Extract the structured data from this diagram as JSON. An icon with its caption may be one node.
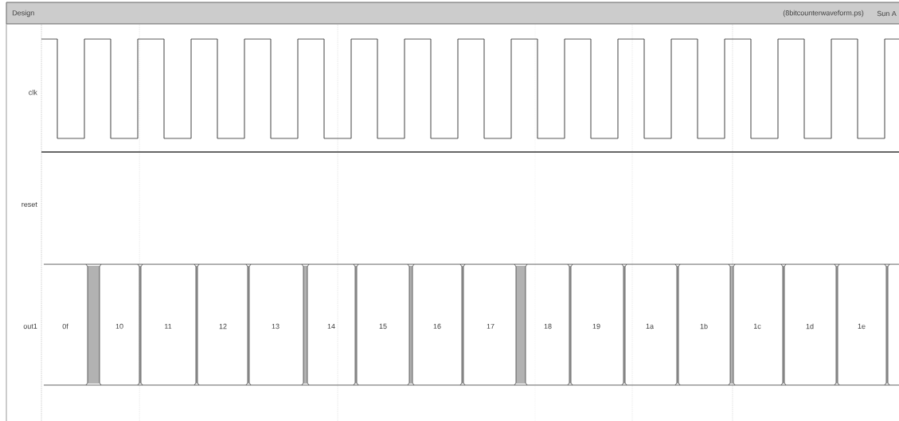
{
  "diagram": {
    "labels": [
      "Design",
      "(8bitcounterwaveform.ps)",
      "Sun A",
      "clk",
      "reset",
      "out1",
      "0f",
      "10",
      "11",
      "12",
      "13",
      "14",
      "15",
      "16",
      "17",
      "18",
      "19",
      "1a",
      "1b",
      "1c",
      "1d",
      "1e"
    ]
  }
}
